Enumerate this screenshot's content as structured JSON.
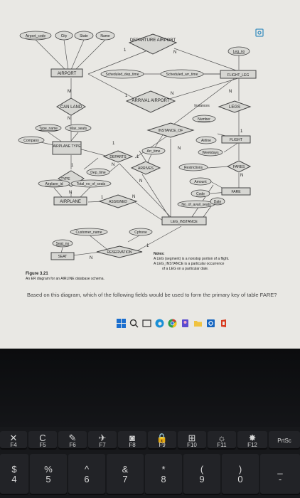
{
  "diagram": {
    "entities": {
      "airport": "AIRPORT",
      "flight_leg": "FLIGHT_LEG",
      "airplane_type": "AIRPLANE TYPE",
      "airplane": "AIRPLANE",
      "leg_instance": "LEG_INSTANCE",
      "flight": "FLIGHT",
      "fare": "FARE",
      "seat": "SEAT"
    },
    "relationships": {
      "departure_airport": "DEPARTURE AIRPORT",
      "arrival_airport": "ARRIVAL AIRPORT",
      "instance_of": "INSTANCE_OF",
      "legs": "LEGS",
      "fares": "FARES",
      "departs": "DEPARTS",
      "arrives": "ARRIVES",
      "can_land": "CAN LAND",
      "type": "TYPE",
      "assigned": "ASSIGNED",
      "reservation": "RESERVATION"
    },
    "attributes": {
      "airport_code": "Airport_code",
      "city": "City",
      "state": "State",
      "name": "Name",
      "leg_no": "Leg_no",
      "scheduled_dep_time": "Scheduled_dep_time",
      "scheduled_arr_time": "Scheduled_arr_time",
      "instances": "Instances",
      "number": "Number",
      "airline": "Airline",
      "weekdays": "Weekdays",
      "restrictions": "Restrictions",
      "amount": "Amount",
      "code": "Code",
      "type_name": "Type_name",
      "max_seats": "Max_seats",
      "company": "Company",
      "dep_time": "Dep_time",
      "arr_time": "Arr_time",
      "no_of_avail_seats": "No_of_avail_seats",
      "date": "Date",
      "airplane_id": "Airplane_id",
      "total_no_of_seats": "Total_no_of_seats",
      "customer_name": "Customer_name",
      "cphone": "Cphone",
      "seat_no": "Seat_no"
    },
    "cardinalities": {
      "one": "1",
      "n": "N",
      "m": "M"
    },
    "notes": {
      "heading": "Notes:",
      "line1": "A LEG (segment) is a nonstop portion of a flight.",
      "line2": "A LEG_INSTANCE is a particular occurrence",
      "line3": "of a LEG on a particular date."
    },
    "figure_number": "Figure 3.21",
    "figure_caption": "An ER diagram for an AIRLINE database schema."
  },
  "question": "Based on this diagram, which of the following fields would be used to form the primary key of table FARE?",
  "keyboard": {
    "fkeys": [
      {
        "label": "F4",
        "icon": "x-mark"
      },
      {
        "label": "F5",
        "icon": "letter-c"
      },
      {
        "label": "F6",
        "icon": "pen"
      },
      {
        "label": "F7",
        "icon": "airplane"
      },
      {
        "label": "F8",
        "icon": "camera"
      },
      {
        "label": "F9",
        "icon": "lock"
      },
      {
        "label": "F10",
        "icon": "windows"
      },
      {
        "label": "F11",
        "icon": "brightness-down"
      },
      {
        "label": "F12",
        "icon": "brightness-up"
      },
      {
        "label": "PrtSc",
        "icon": ""
      }
    ],
    "numkeys": [
      {
        "top": "$",
        "main": "4"
      },
      {
        "top": "%",
        "main": "5"
      },
      {
        "top": "^",
        "main": "6"
      },
      {
        "top": "&",
        "main": "7"
      },
      {
        "top": "*",
        "main": "8"
      },
      {
        "top": "(",
        "main": "9"
      },
      {
        "top": ")",
        "main": "0"
      },
      {
        "top": "_",
        "main": "-"
      }
    ]
  },
  "colors": {
    "accent": "#3c8fbf",
    "screen": "#e9e8e4"
  }
}
